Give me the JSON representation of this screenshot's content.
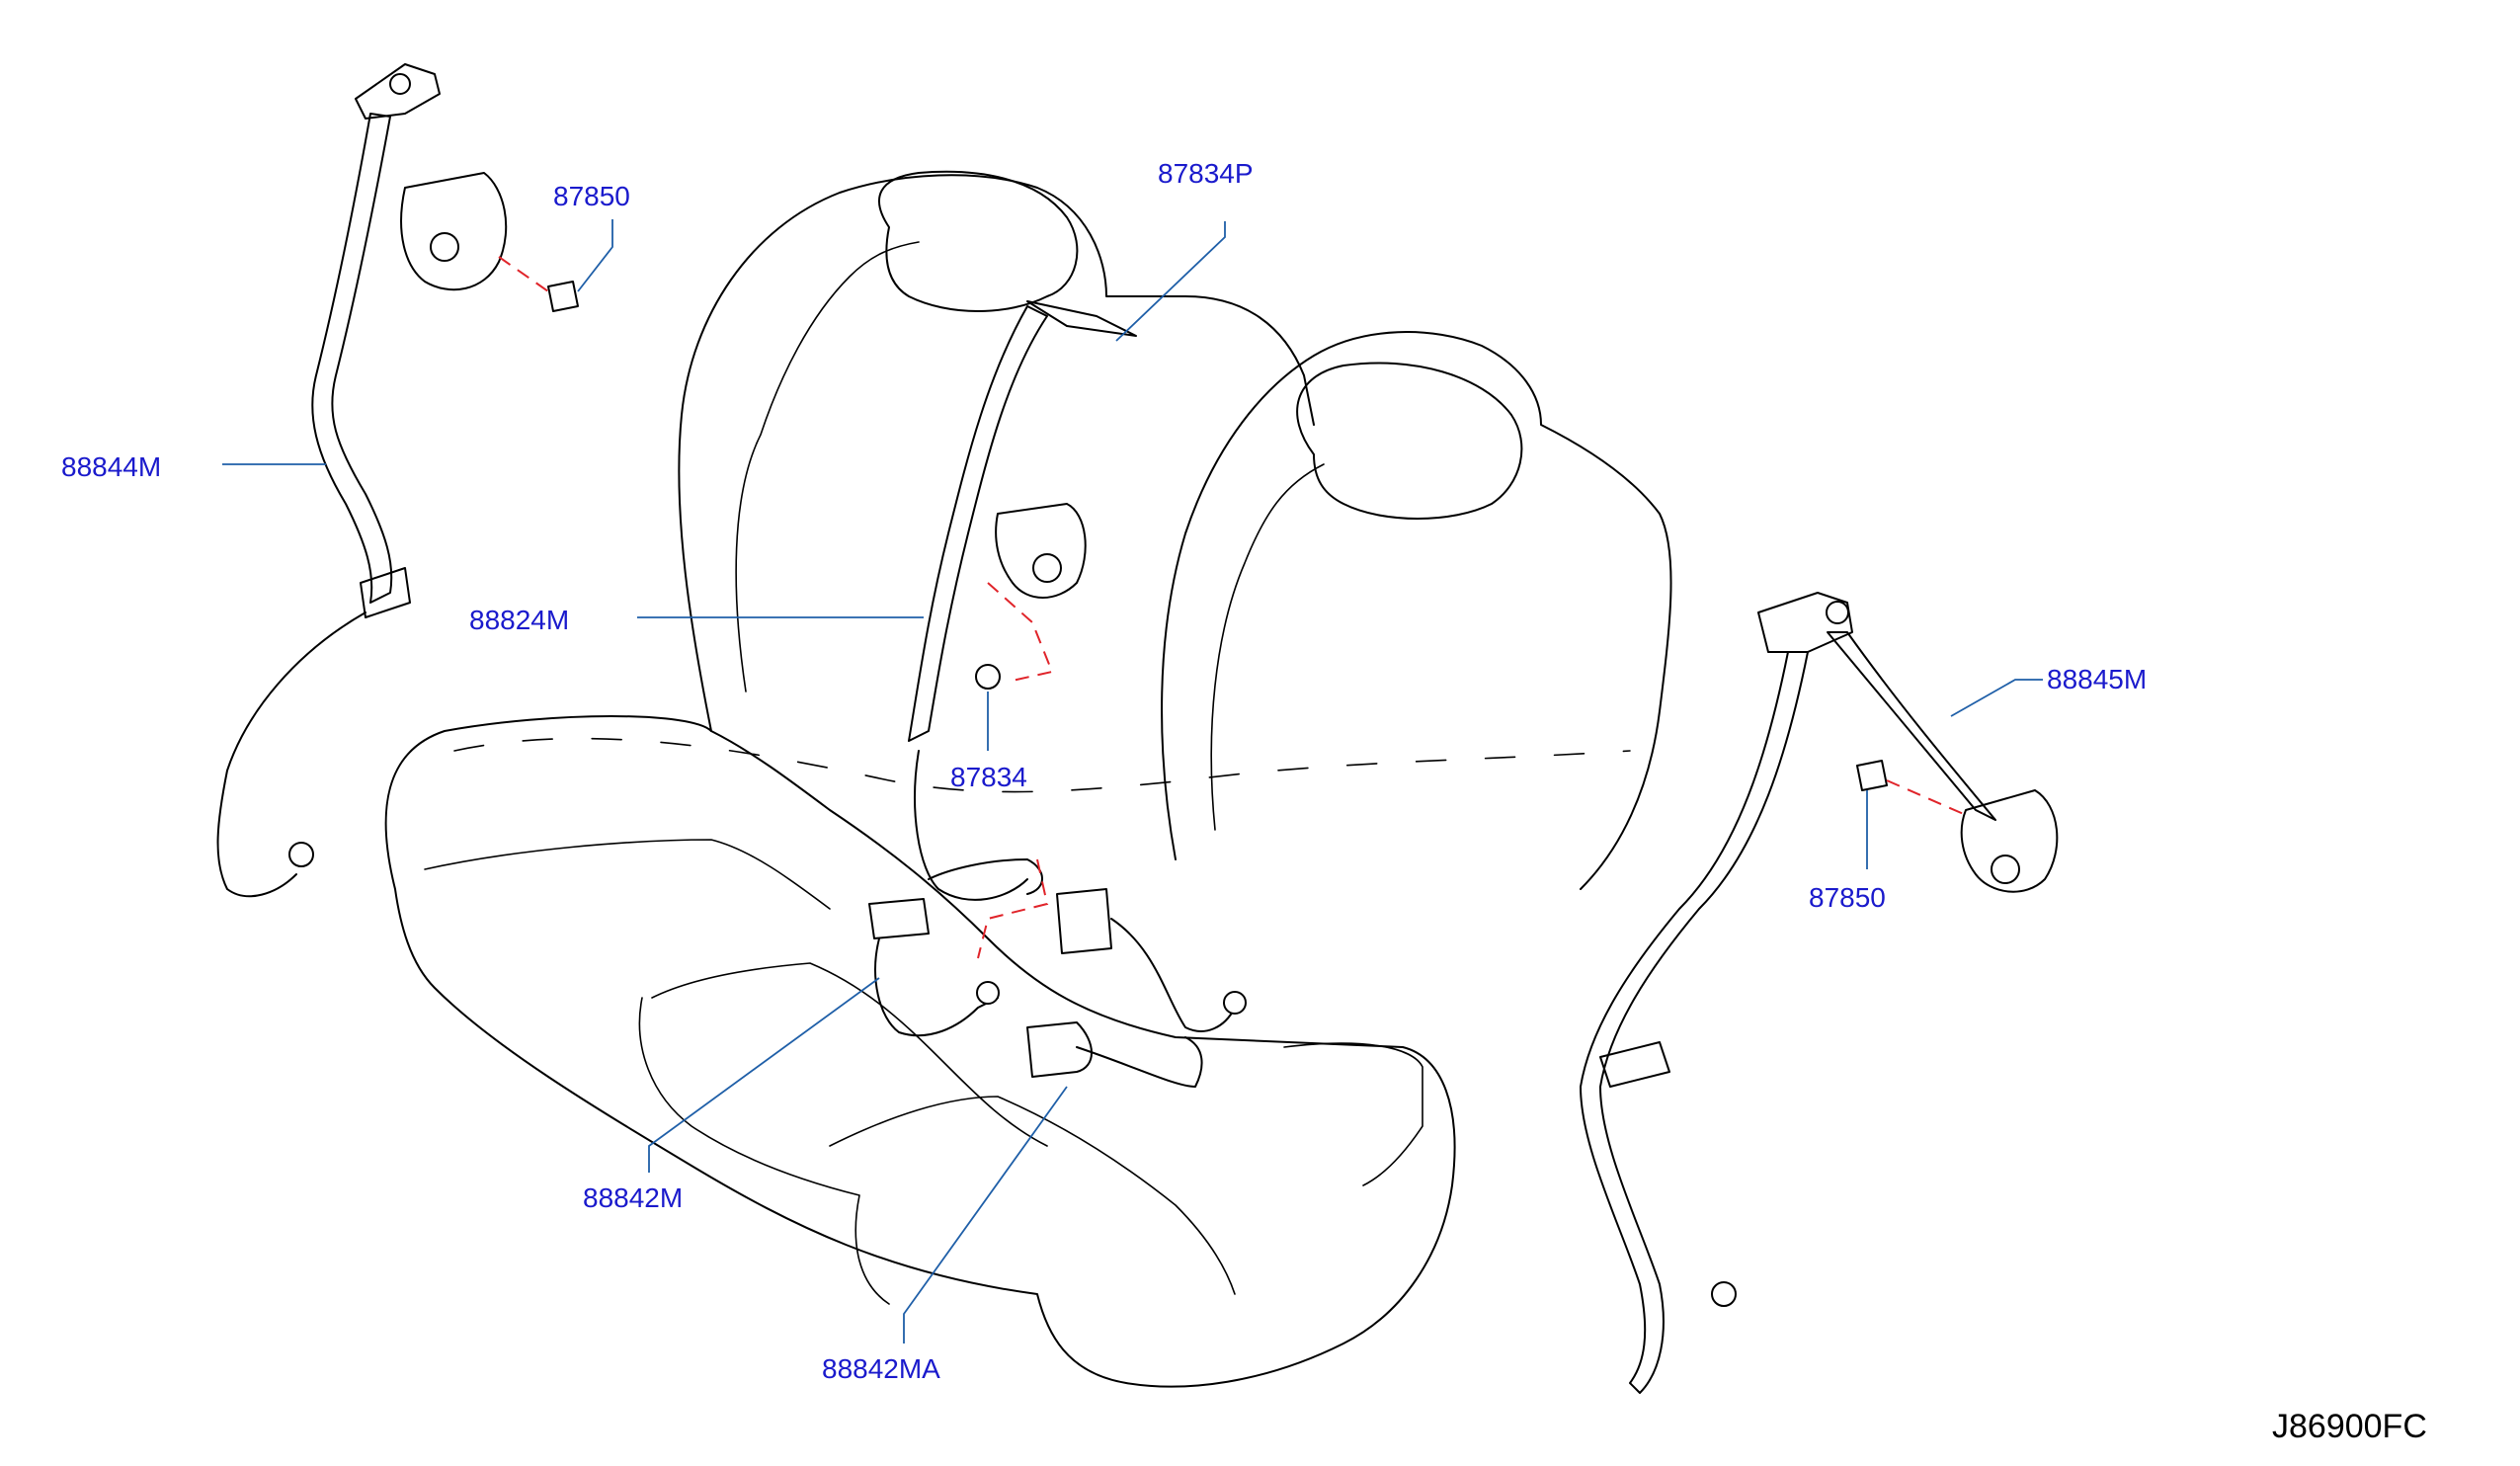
{
  "diagram": {
    "parts": [
      {
        "id": "87850_left",
        "label": "87850"
      },
      {
        "id": "87834P",
        "label": "87834P"
      },
      {
        "id": "88844M",
        "label": "88844M"
      },
      {
        "id": "88824M",
        "label": "88824M"
      },
      {
        "id": "87834",
        "label": "87834"
      },
      {
        "id": "88845M",
        "label": "88845M"
      },
      {
        "id": "87850_right",
        "label": "87850"
      },
      {
        "id": "88842M",
        "label": "88842M"
      },
      {
        "id": "88842MA",
        "label": "88842MA"
      }
    ],
    "drawing_code": "J86900FC",
    "colors": {
      "label": "#1a1acc",
      "leader": "#1f5fa8",
      "attach_line": "#e0242a",
      "line_art": "#000000"
    }
  }
}
